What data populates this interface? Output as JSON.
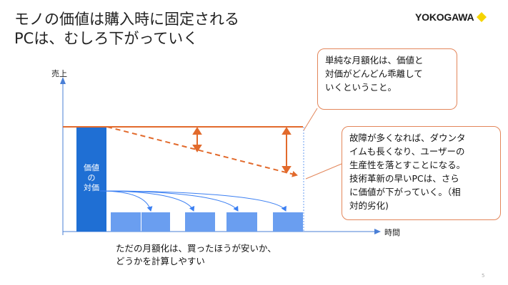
{
  "slide": {
    "title_lines": [
      "モノの価値は購入時に固定される",
      "PCは、むしろ下がっていく"
    ],
    "logo": {
      "text": "YOKOGAWA",
      "mark_color": "#f5d400"
    },
    "axes": {
      "y_label": "売上",
      "x_label": "時間"
    },
    "bar": {
      "label_lines": [
        "価値",
        "の",
        "対価"
      ],
      "color": "#1f6fd4"
    },
    "small_bar_color": "#6a9ef0",
    "line_color": "#e26a2c",
    "callout_top": [
      "単純な月額化は、価値と",
      "対価がどんどん乖離して",
      "いくということ。"
    ],
    "callout_right": [
      "故障が多くなれば、ダウンタ",
      "イムも長くなり、ユーザーの",
      "生産性を落とすことになる。",
      "技術革新の早いPCは、さら",
      "に価値が下がっていく。（相",
      "対的劣化)"
    ],
    "caption": [
      "ただの月額化は、買ったほうが安いか、",
      "どうかを計算しやすい"
    ],
    "page_number": "5"
  }
}
